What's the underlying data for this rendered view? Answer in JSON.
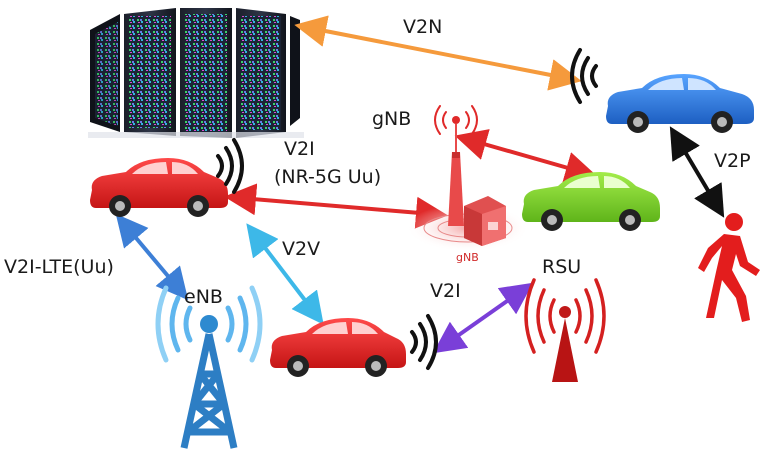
{
  "labels": {
    "v2n": "V2N",
    "gnb_top": "gNB",
    "v2i_nr_line1": "V2I",
    "v2i_nr_line2": "(NR-5G Uu)",
    "v2p": "V2P",
    "v2i_lte": "V2I-LTE(Uu)",
    "v2v": "V2V",
    "gnb_small": "gNB",
    "enb": "eNB",
    "v2i_rsu": "V2I",
    "rsu": "RSU"
  },
  "colors": {
    "v2n_arrow": "#f59a3c",
    "v2i_nr_arrow": "#e02a2a",
    "gnb_green_arrow": "#e02a2a",
    "v2p_arrow": "#111111",
    "v2i_lte_arrow": "#3d7fd6",
    "v2v_arrow": "#3db8e8",
    "v2i_rsu_arrow": "#7a3fd8",
    "red_car": "#e32626",
    "blue_car": "#2f7ee0",
    "green_car": "#7fd12a",
    "enb_tower": "#2d8ad0",
    "rsu_tower": "#c01818",
    "pedestrian": "#e31d1d"
  },
  "icons": [
    "server-rack-icon",
    "car-icon",
    "signal-waves-icon",
    "gnb-tower-icon",
    "enb-tower-icon",
    "rsu-tower-icon",
    "pedestrian-icon"
  ]
}
